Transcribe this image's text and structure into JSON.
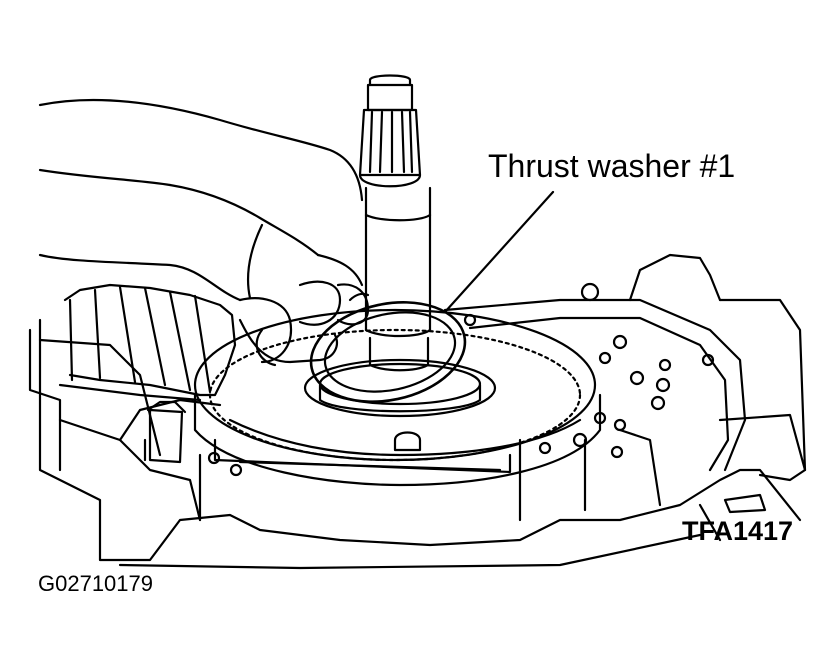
{
  "callout": {
    "label": "Thrust washer #1"
  },
  "figure_code": "TFA1417",
  "graphic_id": "G02710179",
  "colors": {
    "ink": "#000000",
    "paper": "#ffffff"
  }
}
